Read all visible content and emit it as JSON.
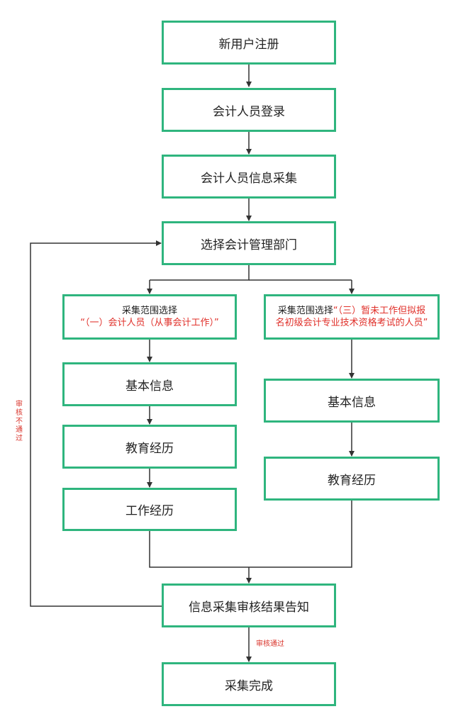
{
  "steps": {
    "register": "新用户注册",
    "login": "会计人员登录",
    "collect": "会计人员信息采集",
    "select_dept": "选择会计管理部门",
    "audit_notice": "信息采集审核结果告知",
    "done": "采集完成"
  },
  "left_branch": {
    "scope_label": "采集范围选择",
    "scope_option": "“（一）会计人员（从事会计工作）”",
    "basic_info": "基本信息",
    "education": "教育经历",
    "work": "工作经历"
  },
  "right_branch": {
    "scope_label": "采集范围选择",
    "scope_option_1": "“（三）暂未工作但拟报",
    "scope_option_2": "名初级会计专业技术资格考试的人员”",
    "basic_info": "基本信息",
    "education": "教育经历"
  },
  "edge_labels": {
    "fail_chars": [
      "审",
      "核",
      "不",
      "通",
      "过"
    ],
    "pass": "审核通过"
  },
  "colors": {
    "box_border": "#2fb57e",
    "highlight_text": "#e0302a",
    "line": "#333333"
  }
}
